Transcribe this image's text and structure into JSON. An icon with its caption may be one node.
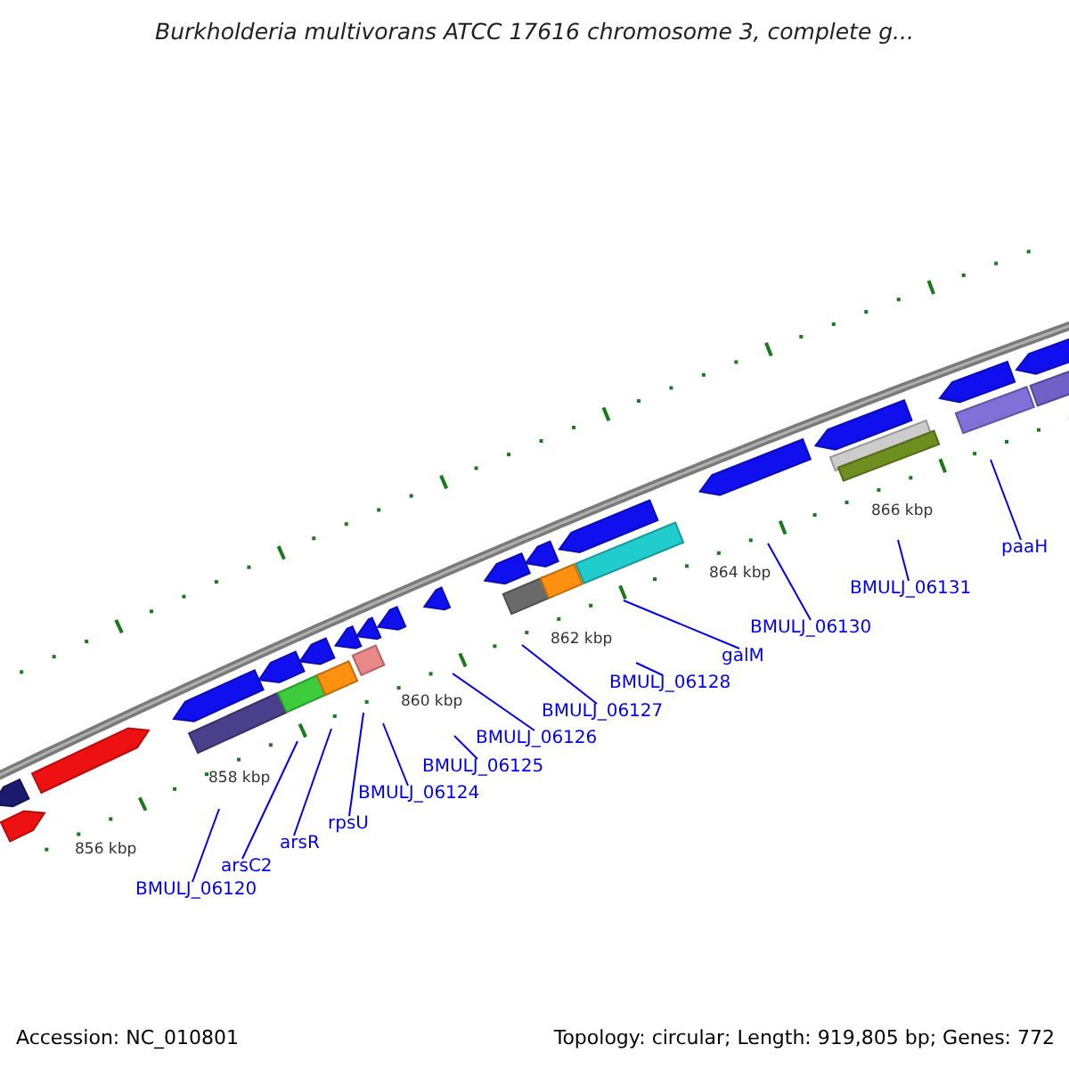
{
  "diagram": {
    "title": "Burkholderia multivorans ATCC 17616 chromosome 3, complete g...",
    "nodes": [
      {
        "text": [
          "BMULJ_06120"
        ]
      },
      {
        "text": [
          "arsC2"
        ]
      },
      {
        "text": [
          "arsR"
        ]
      },
      {
        "text": [
          "rpsU"
        ]
      },
      {
        "text": [
          "BMULJ_06124"
        ]
      },
      {
        "text": [
          "BMULJ_06125"
        ]
      },
      {
        "text": [
          "BMULJ_06126"
        ]
      },
      {
        "text": [
          "BMULJ_06127"
        ]
      },
      {
        "text": [
          "BMULJ_06128"
        ]
      },
      {
        "text": [
          "galM"
        ]
      },
      {
        "text": [
          "BMULJ_06130"
        ]
      },
      {
        "text": [
          "BMULJ_06131"
        ]
      },
      {
        "text": [
          "paaH"
        ]
      }
    ],
    "edges": [
      {
        "from": 0,
        "to": null,
        "arrow": "none"
      },
      {
        "from": 1,
        "to": null,
        "arrow": "none"
      },
      {
        "from": 2,
        "to": null,
        "arrow": "none"
      },
      {
        "from": 3,
        "to": null,
        "arrow": "none"
      },
      {
        "from": 4,
        "to": null,
        "arrow": "none"
      },
      {
        "from": 5,
        "to": null,
        "arrow": "none"
      },
      {
        "from": 6,
        "to": null,
        "arrow": "none"
      },
      {
        "from": 7,
        "to": null,
        "arrow": "none"
      },
      {
        "from": 8,
        "to": null,
        "arrow": "none"
      },
      {
        "from": 9,
        "to": null,
        "arrow": "none"
      },
      {
        "from": 10,
        "to": null,
        "arrow": "none"
      },
      {
        "from": 11,
        "to": null,
        "arrow": "none"
      },
      {
        "from": 12,
        "to": null,
        "arrow": "none"
      }
    ],
    "labels": [
      "856 kbp",
      "858 kbp",
      "860 kbp",
      "862 kbp",
      "864 kbp",
      "866 kbp",
      "Accession: NC_010801",
      "Topology: circular; Length: 919,805 bp; Genes: 772"
    ]
  }
}
